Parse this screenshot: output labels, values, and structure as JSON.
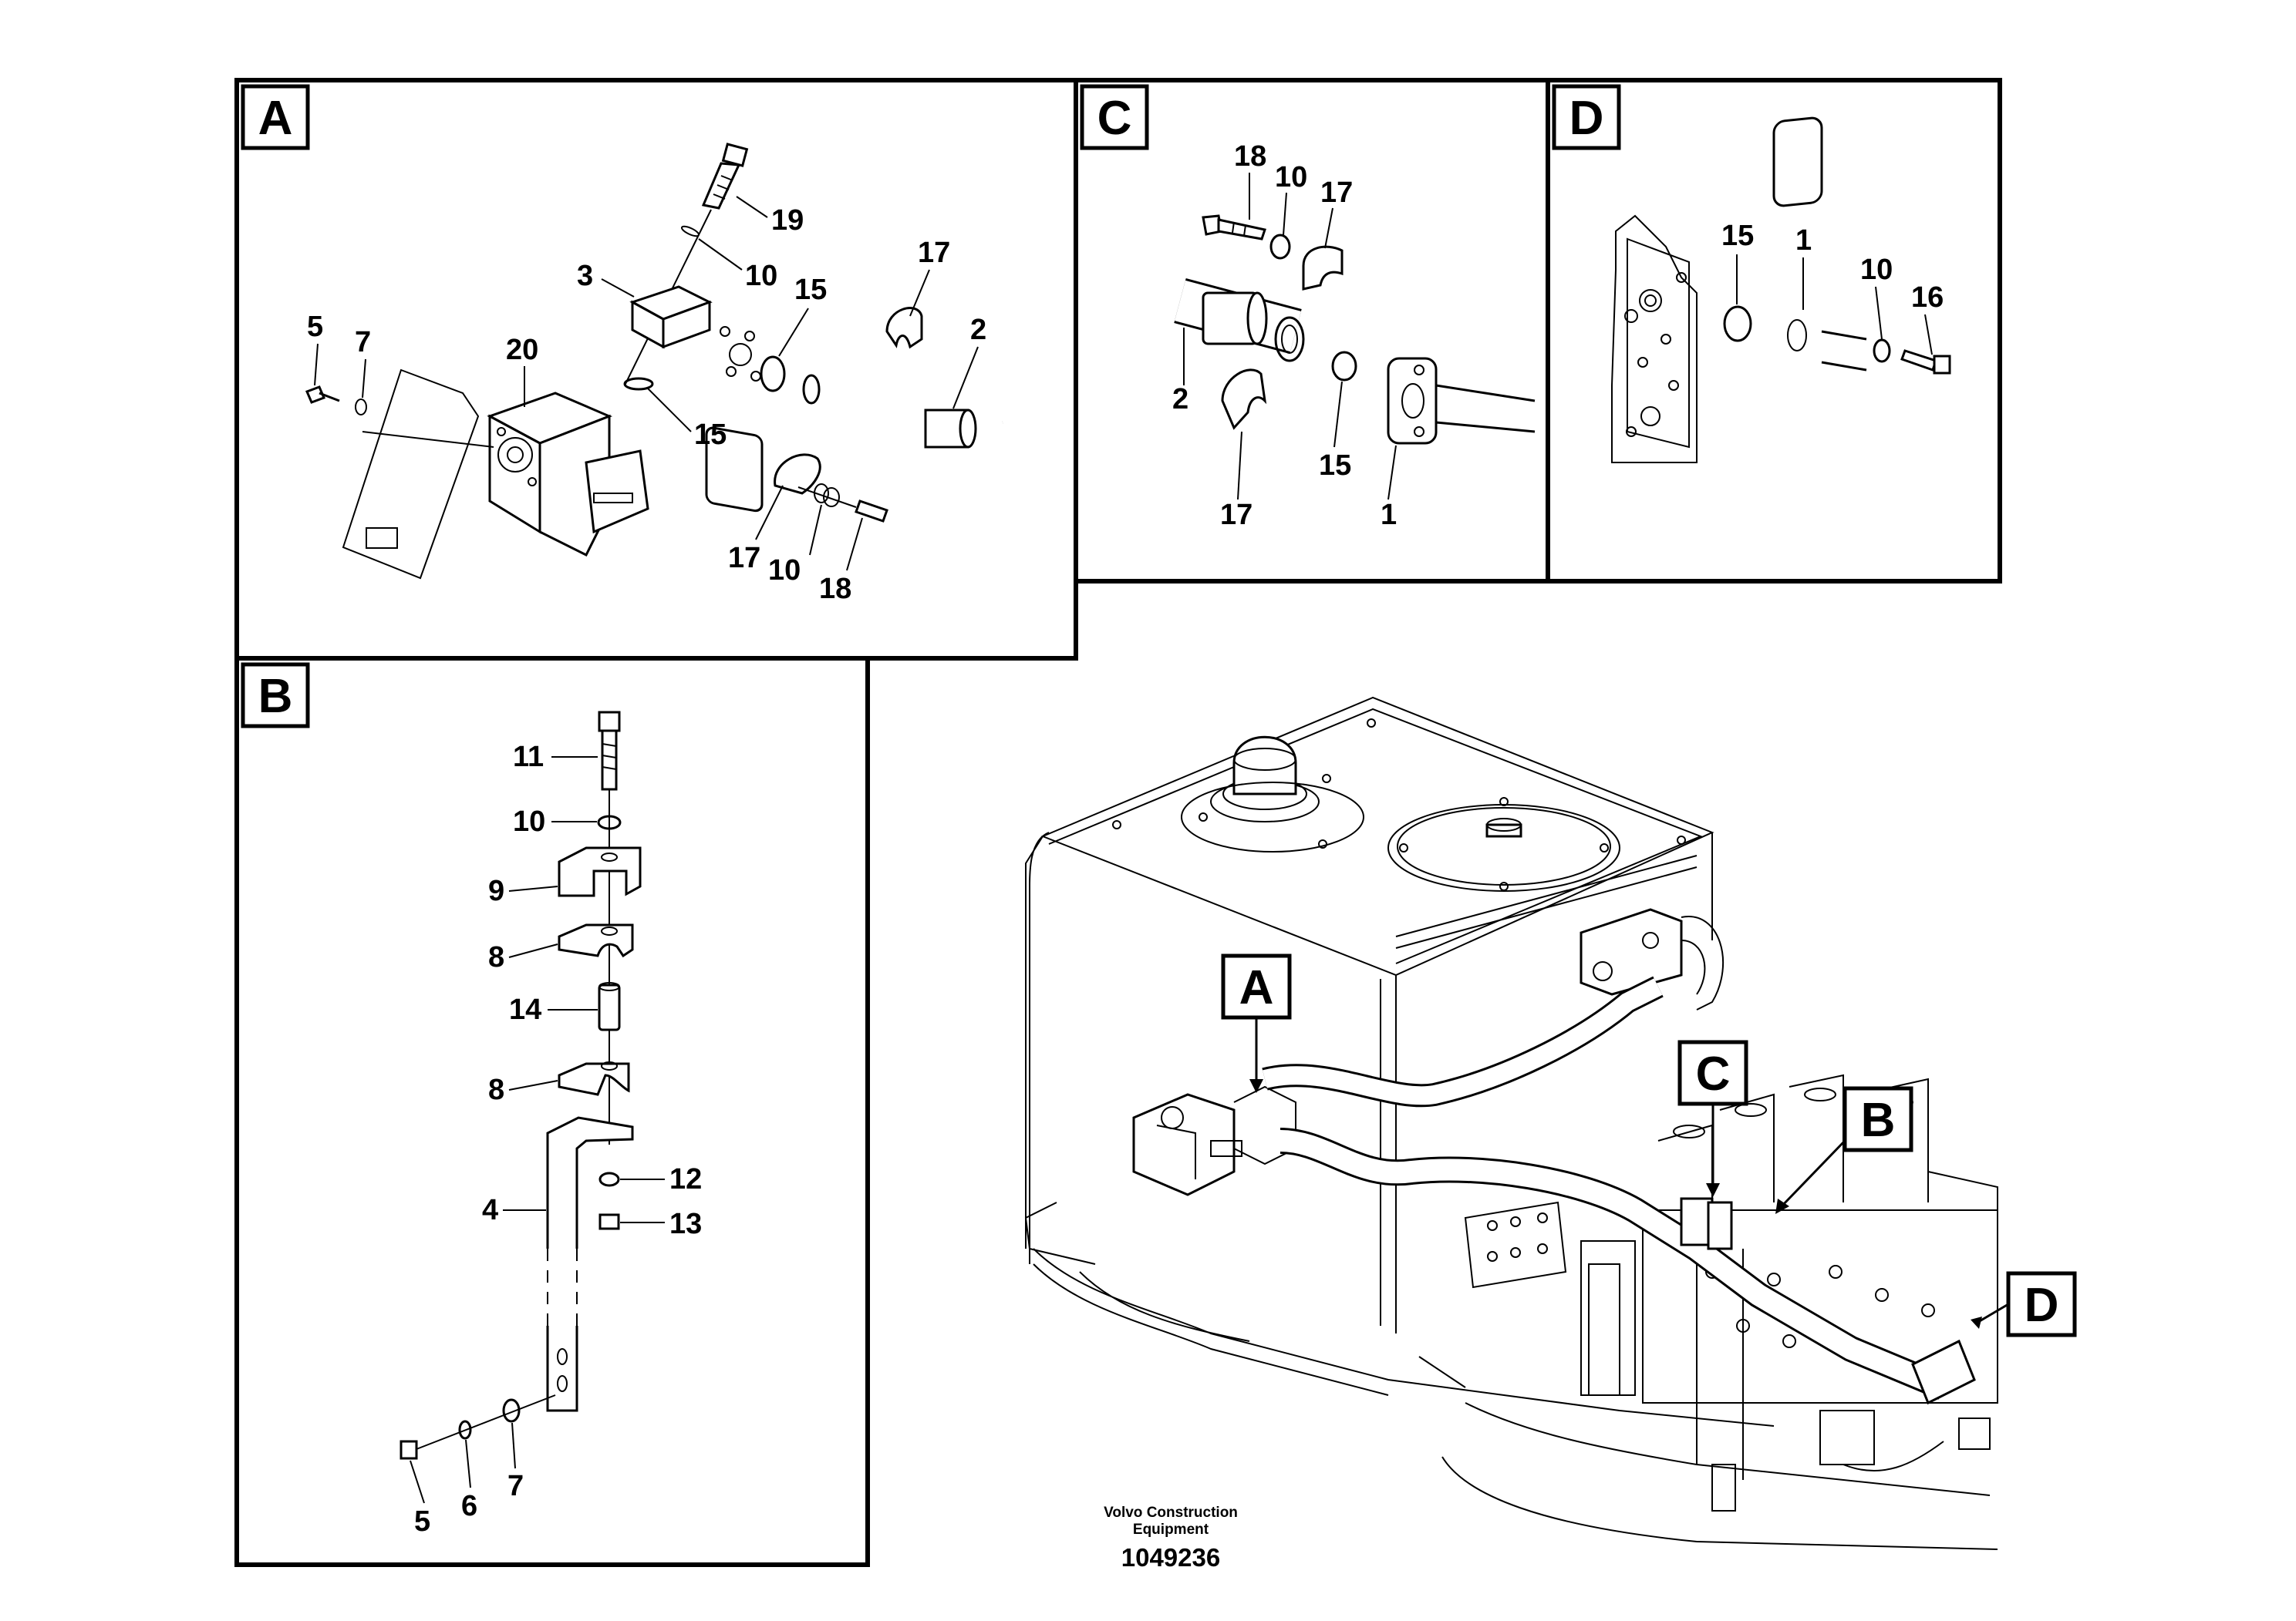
{
  "panels": {
    "a": {
      "letter": "A"
    },
    "b": {
      "letter": "B"
    },
    "c": {
      "letter": "C"
    },
    "d": {
      "letter": "D"
    }
  },
  "callouts": {
    "a": "A",
    "b": "B",
    "c": "C",
    "d": "D"
  },
  "panel_a_parts": {
    "p19": "19",
    "p10a": "10",
    "p3": "3",
    "p15a": "15",
    "p17a": "17",
    "p2": "2",
    "p5": "5",
    "p7": "7",
    "p20": "20",
    "p15b": "15",
    "p17b": "17",
    "p10b": "10",
    "p18": "18"
  },
  "panel_b_parts": {
    "p11": "11",
    "p10": "10",
    "p9": "9",
    "p8a": "8",
    "p14": "14",
    "p8b": "8",
    "p4": "4",
    "p12": "12",
    "p13": "13",
    "p5": "5",
    "p6": "6",
    "p7": "7"
  },
  "panel_c_parts": {
    "p18": "18",
    "p10": "10",
    "p17a": "17",
    "p2": "2",
    "p15": "15",
    "p17b": "17",
    "p1": "1"
  },
  "panel_d_parts": {
    "p15": "15",
    "p1": "1",
    "p10": "10",
    "p16": "16"
  },
  "footer": {
    "company_line1": "Volvo Construction",
    "company_line2": "Equipment",
    "drawing_number": "1049236"
  }
}
